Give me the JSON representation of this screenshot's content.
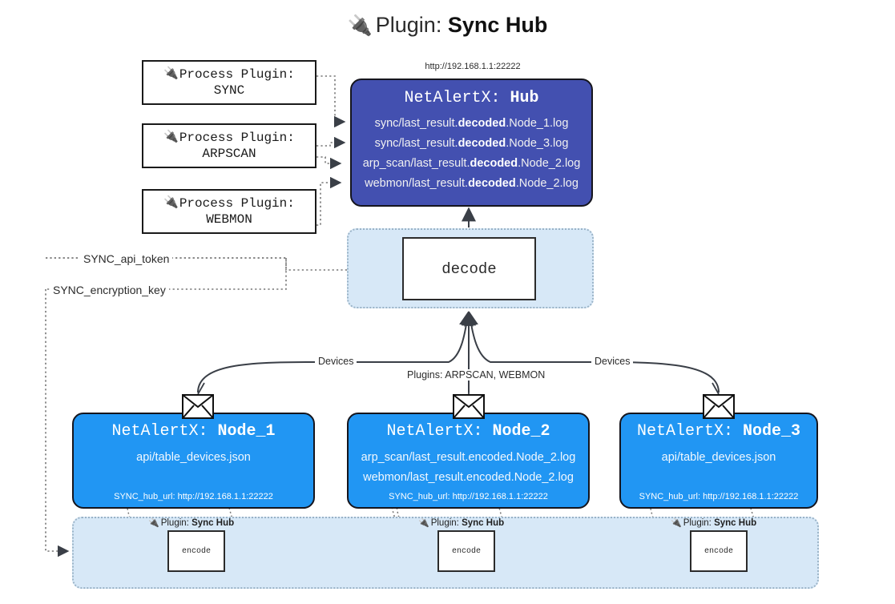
{
  "title": {
    "icon": "plug-icon",
    "prefix": "Plugin:",
    "name": "Sync Hub"
  },
  "hub": {
    "url": "http://192.168.1.1:22222",
    "app": "NetAlertX:",
    "name": "Hub",
    "color": "#4350b0",
    "logs": [
      {
        "pre": "sync/last_result.",
        "em": "decoded",
        "post": ".Node_1.log"
      },
      {
        "pre": "sync/last_result.",
        "em": "decoded",
        "post": ".Node_3.log"
      },
      {
        "pre": "arp_scan/last_result.",
        "em": "decoded",
        "post": ".Node_2.log"
      },
      {
        "pre": "webmon/last_result.",
        "em": "decoded",
        "post": ".Node_2.log"
      }
    ]
  },
  "process_plugins": [
    {
      "icon": "plug-icon",
      "line1": "Process Plugin:",
      "line2": "SYNC"
    },
    {
      "icon": "plug-icon",
      "line1": "Process Plugin:",
      "line2": "ARPSCAN"
    },
    {
      "icon": "plug-icon",
      "line1": "Process Plugin:",
      "line2": "WEBMON"
    }
  ],
  "decode": {
    "label": "decode",
    "container_color": "#d7e8f7"
  },
  "tokens": [
    {
      "label": "SYNC_api_token"
    },
    {
      "label": "SYNC_encryption_key"
    }
  ],
  "edge_labels": {
    "devices_left": "Devices",
    "devices_right": "Devices",
    "plugins_center": "Plugins: ARPSCAN, WEBMON"
  },
  "nodes": [
    {
      "app": "NetAlertX:",
      "name": "Node_1",
      "color": "#2196f3",
      "lines": [
        "api/table_devices.json"
      ],
      "footer": "SYNC_hub_url: http://192.168.1.1:22222",
      "envelope": "envelope-icon"
    },
    {
      "app": "NetAlertX:",
      "name": "Node_2",
      "color": "#2196f3",
      "lines": [
        "arp_scan/last_result.encoded.Node_2.log",
        "webmon/last_result.encoded.Node_2.log"
      ],
      "footer": "SYNC_hub_url: http://192.168.1.1:22222",
      "envelope": "envelope-icon"
    },
    {
      "app": "NetAlertX:",
      "name": "Node_3",
      "color": "#2196f3",
      "lines": [
        "api/table_devices.json"
      ],
      "footer": "SYNC_hub_url: http://192.168.1.1:22222",
      "envelope": "envelope-icon"
    }
  ],
  "encoders": [
    {
      "icon": "plug-icon",
      "caption_prefix": "Plugin:",
      "caption_name": "Sync Hub",
      "label": "encode"
    },
    {
      "icon": "plug-icon",
      "caption_prefix": "Plugin:",
      "caption_name": "Sync Hub",
      "label": "encode"
    },
    {
      "icon": "plug-icon",
      "caption_prefix": "Plugin:",
      "caption_name": "Sync Hub",
      "label": "encode"
    }
  ]
}
